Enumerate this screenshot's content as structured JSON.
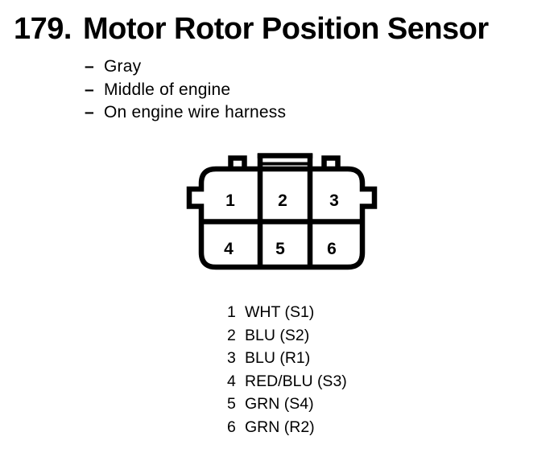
{
  "page": {
    "background": "#ffffff",
    "ink": "#000000"
  },
  "title": {
    "number": "179.",
    "text": "Motor Rotor Position Sensor"
  },
  "details": {
    "bullet": "–",
    "items": [
      "Gray",
      "Middle of engine",
      "On engine wire harness"
    ]
  },
  "connector": {
    "type": "6-pin connector, front view",
    "cells": [
      "1",
      "2",
      "3",
      "4",
      "5",
      "6"
    ]
  },
  "pins": [
    {
      "num": "1",
      "label": "WHT (S1)"
    },
    {
      "num": "2",
      "label": "BLU (S2)"
    },
    {
      "num": "3",
      "label": "BLU (R1)"
    },
    {
      "num": "4",
      "label": "RED/BLU (S3)"
    },
    {
      "num": "5",
      "label": "GRN (S4)"
    },
    {
      "num": "6",
      "label": "GRN (R2)"
    }
  ]
}
